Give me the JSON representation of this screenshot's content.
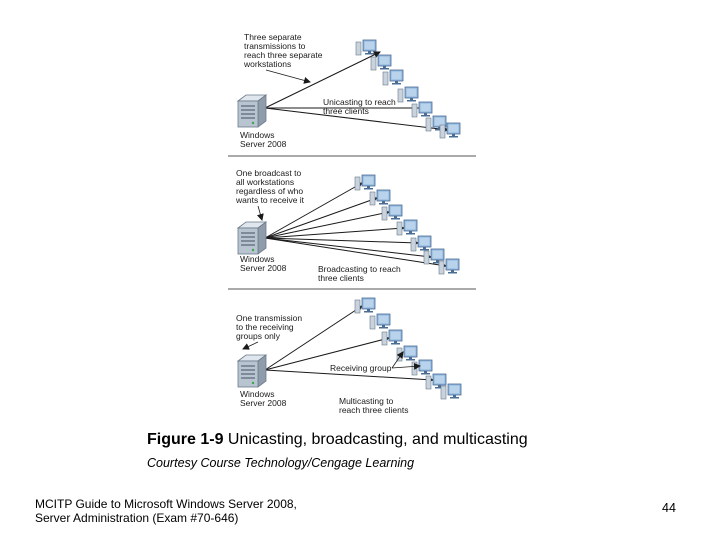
{
  "figure": {
    "panels": [
      {
        "kind": "unicast",
        "note_lines": [
          "Three separate",
          "transmissions to",
          "reach three separate",
          "workstations"
        ],
        "server_label_lines": [
          "Windows",
          "Server 2008"
        ],
        "arrow_label_lines": [
          "Unicasting to reach",
          "three clients"
        ]
      },
      {
        "kind": "broadcast",
        "note_lines": [
          "One broadcast to",
          "all workstations",
          "regardless of who",
          "wants to receive it"
        ],
        "server_label_lines": [
          "Windows",
          "Server 2008"
        ],
        "arrow_label_lines": [
          "Broadcasting to reach",
          "three clients"
        ]
      },
      {
        "kind": "multicast",
        "note_lines": [
          "One transmission",
          "to the receiving",
          "groups only"
        ],
        "server_label_lines": [
          "Windows",
          "Server 2008"
        ],
        "group_label": "Receiving group",
        "arrow_label_lines": [
          "Multicasting to",
          "reach three clients"
        ]
      }
    ],
    "caption_number": "Figure 1-9",
    "caption_text": " Unicasting, broadcasting, and multicasting",
    "credit": "Courtesy Course Technology/Cengage Learning"
  },
  "footer": {
    "line1": "MCITP Guide to Microsoft Windows Server 2008,",
    "line2": "Server Administration (Exam #70-646)",
    "page_number": "44"
  },
  "colors": {
    "monitor_screen": "#8fb6dd",
    "monitor_frame": "#4a6d96",
    "server_body": "#b8c4d0",
    "divider": "#555555"
  }
}
